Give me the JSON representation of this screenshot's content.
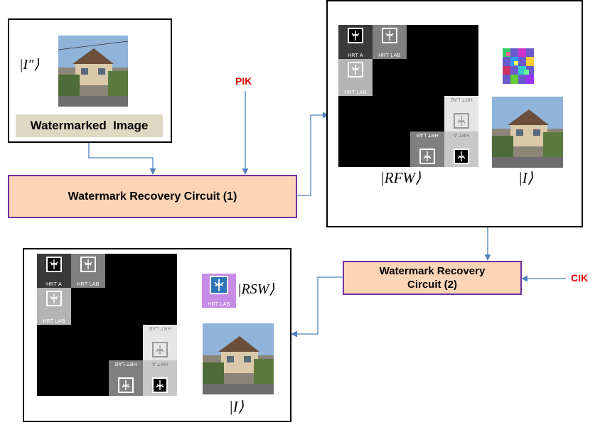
{
  "input_panel": {
    "ket": "|I″⟩",
    "caption": "Watermarked  Image"
  },
  "keys": {
    "pik": "PIK",
    "cik": "CIK"
  },
  "circuit1": {
    "label": "Watermark Recovery Circuit (1)"
  },
  "circuit2": {
    "line1": "Watermark Recovery",
    "line2": "Circuit (2)"
  },
  "output_panel_1": {
    "rfw_ket": "|RFW⟩",
    "image_ket": "|I⟩"
  },
  "output_panel_2": {
    "rsw_ket": "|RSW⟩",
    "image_ket": "|I⟩"
  },
  "tile_label": "HRT LAB",
  "tile_label_partial": "HRT A",
  "colors": {
    "panel_border": "#000000",
    "circuit_fill": "#fbd5b5",
    "circuit_border": "#7030a0",
    "arrow": "#4f81bd",
    "key_text": "#e00000",
    "caption_bg": "#ddd9c3",
    "rsw_tile_bg": "#c58ce8",
    "rsw_tile_inner": "#2e75b6"
  }
}
